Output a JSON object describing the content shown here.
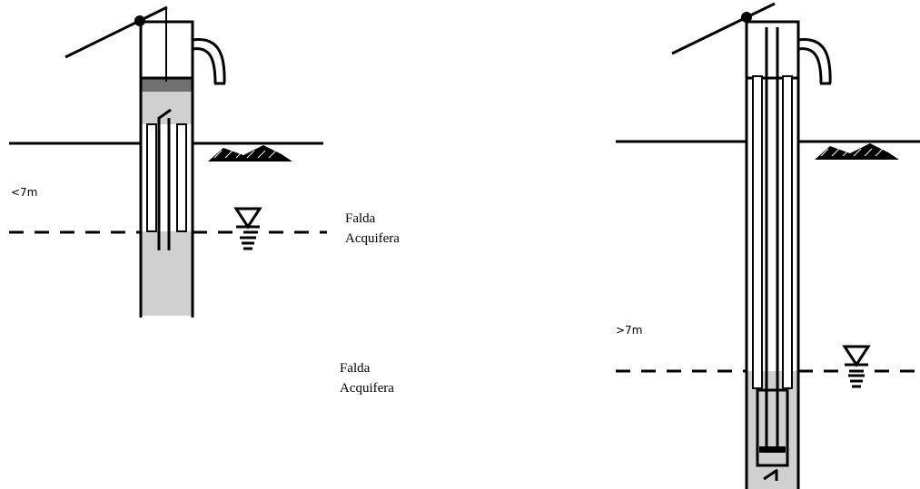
{
  "diagram": {
    "left_well": {
      "depth_label": "<7m",
      "caption_line1": "Falda",
      "caption_line2": "Acquifera"
    },
    "right_well": {
      "depth_label": ">7m",
      "caption_line1": "Falda",
      "caption_line2": "Acquifera"
    }
  },
  "colors": {
    "line": "#000000",
    "water": "#d0d0d0",
    "piston": "#707070",
    "background": "#ffffff"
  }
}
